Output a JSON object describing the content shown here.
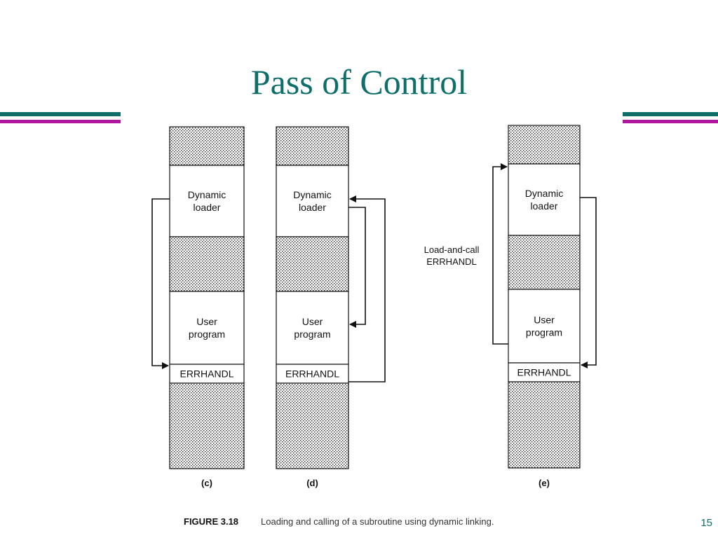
{
  "slide": {
    "title": "Pass of Control",
    "page_number": "15",
    "colors": {
      "title": "#0e6e6a",
      "rule_teal": "#0e6e6a",
      "rule_magenta": "#b0169e"
    }
  },
  "columns": [
    {
      "label": "(c)",
      "blocks": [
        {
          "kind": "hatched",
          "text": []
        },
        {
          "kind": "box",
          "text": [
            "Dynamic",
            "loader"
          ]
        },
        {
          "kind": "hatched",
          "text": []
        },
        {
          "kind": "box",
          "text": [
            "User",
            "program"
          ]
        },
        {
          "kind": "box",
          "text": [
            "ERRHANDL"
          ]
        },
        {
          "kind": "hatched",
          "text": []
        }
      ]
    },
    {
      "label": "(d)",
      "blocks": [
        {
          "kind": "hatched",
          "text": []
        },
        {
          "kind": "box",
          "text": [
            "Dynamic",
            "loader"
          ]
        },
        {
          "kind": "hatched",
          "text": []
        },
        {
          "kind": "box",
          "text": [
            "User",
            "program"
          ]
        },
        {
          "kind": "box",
          "text": [
            "ERRHANDL"
          ]
        },
        {
          "kind": "hatched",
          "text": []
        }
      ]
    },
    {
      "label": "(e)",
      "blocks": [
        {
          "kind": "hatched",
          "text": []
        },
        {
          "kind": "box",
          "text": [
            "Dynamic",
            "loader"
          ]
        },
        {
          "kind": "hatched",
          "text": []
        },
        {
          "kind": "box",
          "text": [
            "User",
            "program"
          ]
        },
        {
          "kind": "box",
          "text": [
            "ERRHANDL"
          ]
        },
        {
          "kind": "hatched",
          "text": []
        }
      ]
    }
  ],
  "annotation": [
    "Load-and-call",
    "ERRHANDL"
  ],
  "caption": {
    "figure": "FIGURE 3.18",
    "text": "Loading and calling of a subroutine using dynamic linking."
  }
}
